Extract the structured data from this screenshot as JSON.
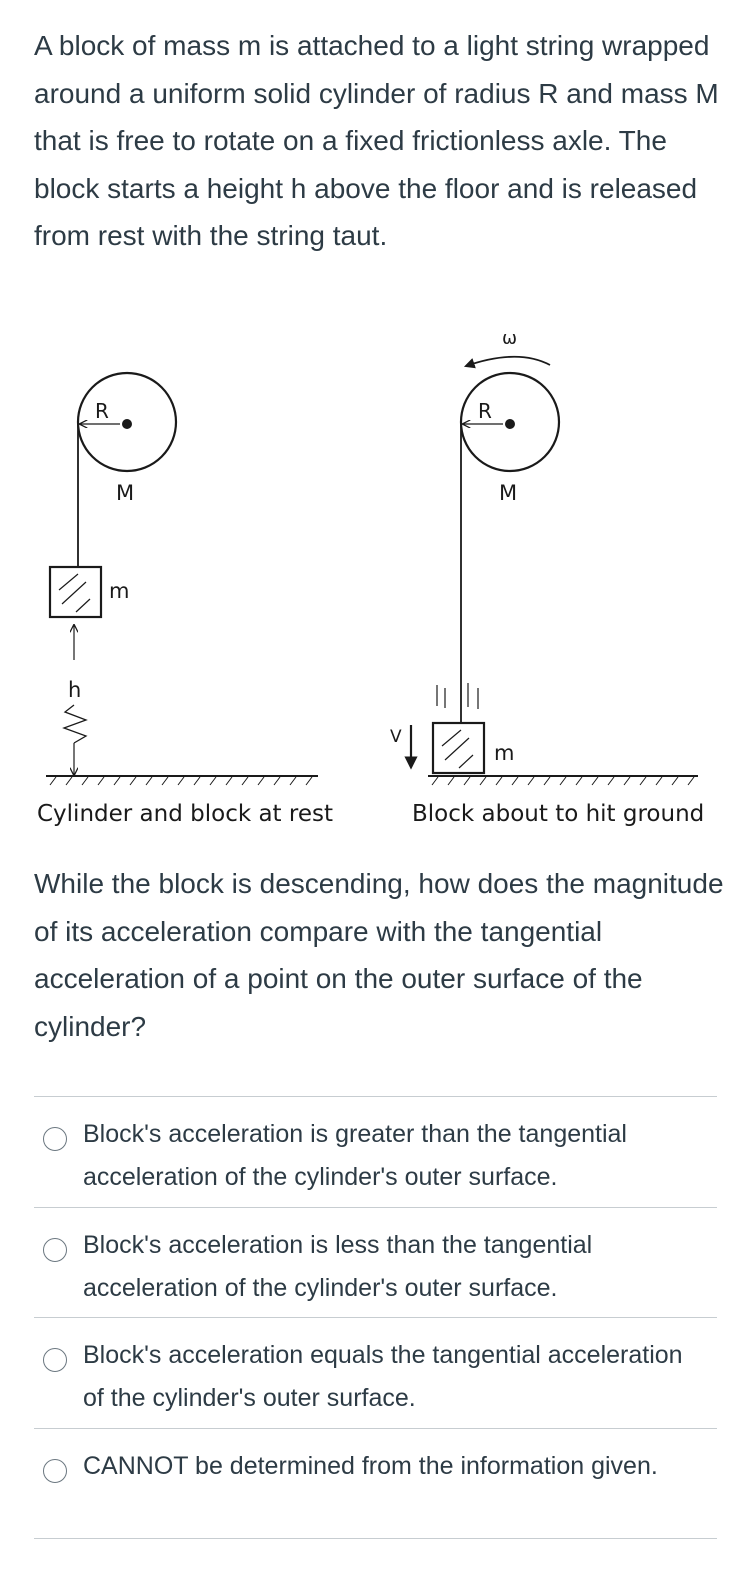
{
  "question": {
    "stem_part1": "A block of mass m is attached to a light string wrapped around a uniform solid cylinder of radius R and mass M that is free to rotate on a fixed frictionless axle.  The block starts a height h above the floor and is released from rest with the string taut.",
    "stem_part2": "While the block is descending, how does the magnitude of its acceleration compare with the tangential acceleration of a point on the outer surface of the cylinder?"
  },
  "figure": {
    "left_panel": {
      "radius_label": "R",
      "cylinder_mass_label": "M",
      "block_mass_label": "m",
      "height_label": "h",
      "caption": "Cylinder and block at rest"
    },
    "right_panel": {
      "omega_label": "ω",
      "radius_label": "R",
      "cylinder_mass_label": "M",
      "block_mass_label": "m",
      "velocity_label": "V",
      "caption": "Block about to hit ground"
    }
  },
  "answers": [
    {
      "text": "Block's acceleration is greater than the tangential acceleration of the cylinder's outer surface.",
      "selected": false
    },
    {
      "text": "Block's acceleration is less than the tangential acceleration of the cylinder's outer surface.",
      "selected": false
    },
    {
      "text": "Block's acceleration equals the tangential acceleration of the cylinder's outer surface.",
      "selected": false
    },
    {
      "text": "CANNOT be determined from the information given.",
      "selected": false
    }
  ]
}
